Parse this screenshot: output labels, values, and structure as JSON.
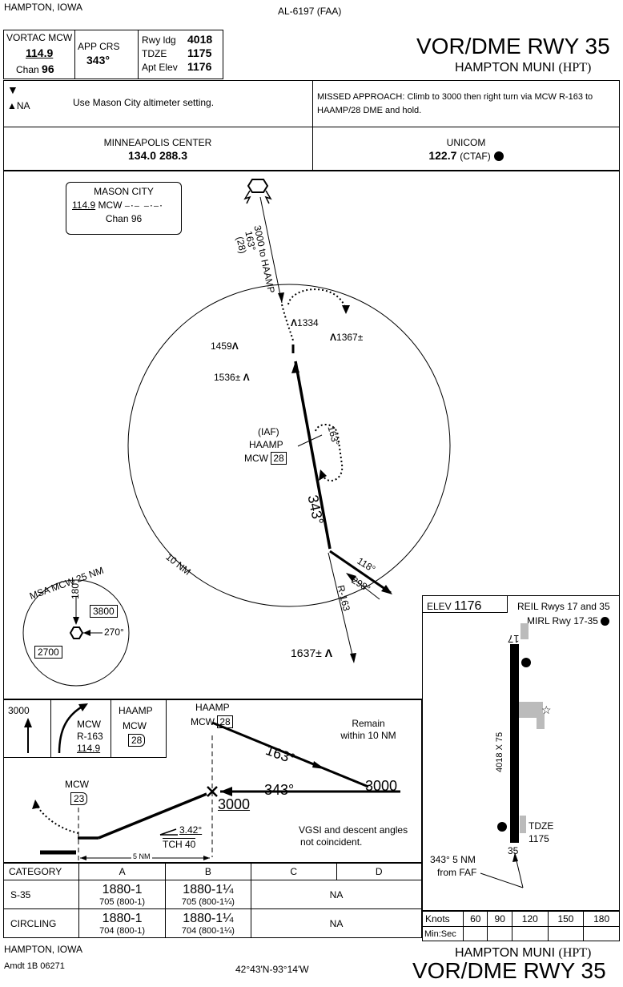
{
  "header": {
    "location": "HAMPTON, IOWA",
    "procedure_id": "AL-6197 (FAA)",
    "title": "VOR/DME RWY 35",
    "airport": "HAMPTON MUNI",
    "airport_code": "(HPT)",
    "navaid_type": "VORTAC",
    "navaid_id": "MCW",
    "navaid_freq": "114.9",
    "chan_label": "Chan",
    "chan_num": "96",
    "app_crs_label": "APP CRS",
    "app_crs": "343°",
    "rwy_ldg_label": "Rwy ldg",
    "rwy_ldg": "4018",
    "tdze_label": "TDZE",
    "tdze": "1175",
    "apt_elev_label": "Apt Elev",
    "apt_elev": "1176"
  },
  "notes": {
    "altimeter": "Use Mason City altimeter setting.",
    "alt_na": "NA",
    "missed_approach": "MISSED APPROACH:  Climb to 3000 then right turn via MCW R-163 to HAAMP/28 DME and hold."
  },
  "comms": {
    "center_name": "MINNEAPOLIS CENTER",
    "center_freqs": "134.0  288.3",
    "unicom_name": "UNICOM",
    "unicom_freq": "122.7",
    "unicom_ctaf": "(CTAF)"
  },
  "plan": {
    "navaid_box_name": "MASON CITY",
    "navaid_box_freq": "114.9",
    "navaid_box_id": "MCW",
    "navaid_box_chan": "Chan 96",
    "missed_label": "3000 to HAAMP",
    "missed_course": "163°",
    "missed_dme": "(28)",
    "obstacles": [
      "1459",
      "1536±",
      "1334",
      "1367±",
      "1637±"
    ],
    "iaf_label": "(IAF)",
    "iaf_name": "HAAMP",
    "iaf_id": "MCW",
    "iaf_dme": "28",
    "hold_course": "163°",
    "final_course": "343°",
    "leg_out": "118°",
    "leg_in": "298°",
    "radial": "R-163",
    "ring_label": "10 NM",
    "msa_label": "MSA MCW 25 NM",
    "msa_bearing_1": "180°",
    "msa_bearing_2": "270°",
    "msa_alt_1": "3800",
    "msa_alt_2": "2700"
  },
  "airport_diagram": {
    "elev_label": "ELEV",
    "elev": "1176",
    "lighting_1": "REIL Rwys 17 and 35",
    "lighting_2": "MIRL Rwy 17-35",
    "rwy_top": "17",
    "rwy_bottom": "35",
    "rwy_dims": "4018 X 75",
    "tdze_label": "TDZE",
    "tdze": "1175",
    "faf_label_1": "343° 5 NM",
    "faf_label_2": "from FAF"
  },
  "profile": {
    "ma_alt": "3000",
    "ma_id": "MCW",
    "ma_radial": "R-163",
    "ma_freq": "114.9",
    "ma_fix": "HAAMP",
    "ma_fix_id": "MCW",
    "ma_fix_dme": "28",
    "fix_name": "HAAMP",
    "fix_id": "MCW",
    "fix_dme": "28",
    "outbound": "163°",
    "inbound": "343°",
    "alt": "3000",
    "alt_fix": "3000",
    "remain_1": "Remain",
    "remain_2": "within 10 NM",
    "mcw_label": "MCW",
    "mcw_dme": "23",
    "gs_angle": "3.42°",
    "tch": "TCH 40",
    "vgsi_1": "VGSI and descent angles",
    "vgsi_2": "not coincident.",
    "dist": "5 NM"
  },
  "minimums": {
    "headers": [
      "CATEGORY",
      "A",
      "B",
      "C",
      "D"
    ],
    "rows": [
      {
        "label": "S-35",
        "a_main": "1880-1",
        "a_sub": "705 (800-1)",
        "b_main": "1880-1¼",
        "b_sub": "705 (800-1¼)",
        "cd": "NA"
      },
      {
        "label": "CIRCLING",
        "a_main": "1880-1",
        "a_sub": "704 (800-1)",
        "b_main": "1880-1¼",
        "b_sub": "704 (800-1¼)",
        "cd": "NA"
      }
    ]
  },
  "timing": {
    "knots_label": "Knots",
    "minsec_label": "Min:Sec",
    "speeds": [
      "60",
      "90",
      "120",
      "150",
      "180"
    ]
  },
  "footer": {
    "location": "HAMPTON, IOWA",
    "amendment": "Amdt 1B  06271",
    "coords": "42°43'N-93°14'W",
    "airport": "HAMPTON MUNI",
    "airport_code": "(HPT)",
    "title": "VOR/DME RWY 35"
  }
}
